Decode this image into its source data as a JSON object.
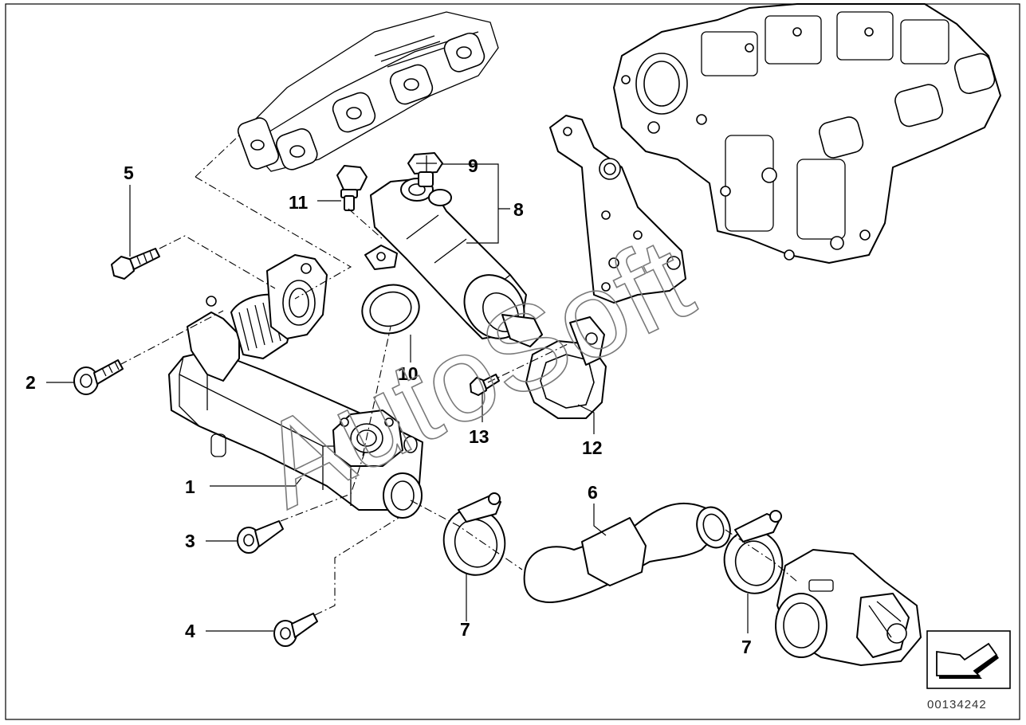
{
  "diagram": {
    "callouts": [
      {
        "id": "c1",
        "label": "1"
      },
      {
        "id": "c2",
        "label": "2"
      },
      {
        "id": "c3",
        "label": "3"
      },
      {
        "id": "c4",
        "label": "4"
      },
      {
        "id": "c5",
        "label": "5"
      },
      {
        "id": "c6",
        "label": "6"
      },
      {
        "id": "c7a",
        "label": "7"
      },
      {
        "id": "c7b",
        "label": "7"
      },
      {
        "id": "c8",
        "label": "8"
      },
      {
        "id": "c9",
        "label": "9"
      },
      {
        "id": "c10",
        "label": "10"
      },
      {
        "id": "c11",
        "label": "11"
      },
      {
        "id": "c12",
        "label": "12"
      },
      {
        "id": "c13",
        "label": "13"
      }
    ],
    "watermark": "AutoSoft",
    "diagram_code": "00134242",
    "direction_icon": "front-direction-arrow-icon"
  }
}
